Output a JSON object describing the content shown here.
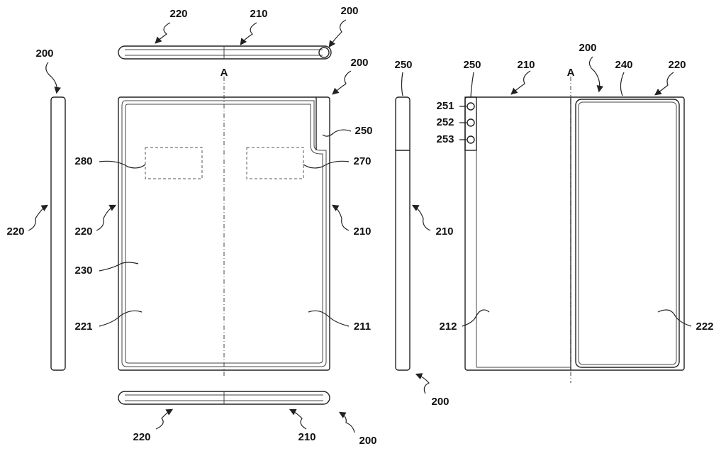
{
  "figure": {
    "labels": {
      "top_220": "220",
      "top_210": "210",
      "top_200": "200",
      "left_200": "200",
      "axis_a_front": "A",
      "front_200": "200",
      "side_250": "250",
      "back_250": "250",
      "back_210": "210",
      "axis_a_back": "A",
      "back_200": "200",
      "back_240": "240",
      "back_220": "220",
      "cam_251": "251",
      "cam_252": "252",
      "cam_253": "253",
      "front_250": "250",
      "front_280": "280",
      "front_270": "270",
      "left_220": "220",
      "front_220": "220",
      "front_210": "210",
      "side_210": "210",
      "front_230": "230",
      "front_221": "221",
      "front_211": "211",
      "back_212": "212",
      "back_222": "222",
      "side_200": "200",
      "bottom_220": "220",
      "bottom_210": "210",
      "bottom_200": "200"
    }
  }
}
